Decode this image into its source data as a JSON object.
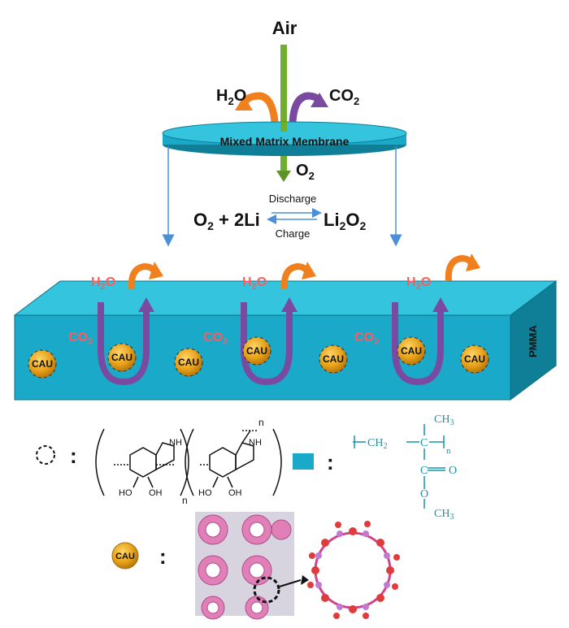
{
  "top": {
    "air": "Air",
    "h2o": "H",
    "h2o_sub": "2",
    "h2o_end": "O",
    "co2": "CO",
    "co2_sub": "2",
    "membrane": "Mixed Matrix Membrane",
    "o2": "O",
    "o2_sub": "2"
  },
  "reaction": {
    "left": "O",
    "left_sub": "2",
    "left_rest": " + 2Li",
    "right": "Li",
    "right_sub1": "2",
    "right_mid": "O",
    "right_sub2": "2",
    "discharge": "Discharge",
    "charge": "Charge"
  },
  "slab": {
    "side_label": "PMMA",
    "h2o": [
      "H",
      "2",
      "O"
    ],
    "co2": [
      "CO",
      "2"
    ],
    "cau": "CAU"
  },
  "legend": {
    "colon": ":",
    "n1": "n",
    "n2": "n",
    "nh": "NH",
    "ho": "HO",
    "oh": "OH",
    "pmma_ch2": "CH",
    "pmma_ch2_sub": "2",
    "pmma_c": "C",
    "pmma_ch3_top": "CH",
    "pmma_ch3_top_sub": "3",
    "pmma_n": "n",
    "pmma_o_dbl": "O",
    "pmma_o": "O",
    "pmma_ch3_bot": "CH",
    "pmma_ch3_bot_sub": "3",
    "cau": "CAU"
  },
  "colors": {
    "slab_front": "#1aa9c9",
    "slab_top": "#35c4de",
    "slab_side": "#0f7f98",
    "orange": "#f07f1d",
    "purple": "#7a4aa0",
    "green": "#6fae2f",
    "blue_line": "#4a90d9",
    "h2o_red": "#ff5b5b",
    "pmma_teal": "#1793aa",
    "cau_gold": "#e9a41c",
    "pink": "#e07fb8"
  }
}
